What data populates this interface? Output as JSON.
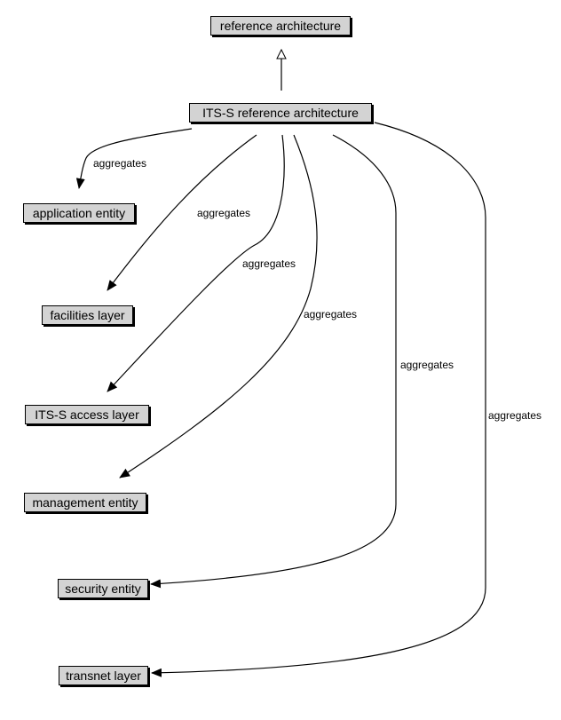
{
  "nodes": {
    "reference_architecture": "reference architecture",
    "its_s_reference_architecture": "ITS-S reference architecture",
    "application_entity": "application entity",
    "facilities_layer": "facilities layer",
    "its_s_access_layer": "ITS-S access layer",
    "management_entity": "management entity",
    "security_entity": "security entity",
    "transnet_layer": "transnet layer"
  },
  "edges": {
    "aggregates_application_entity": "aggregates",
    "aggregates_facilities_layer": "aggregates",
    "aggregates_access_layer": "aggregates",
    "aggregates_management_entity": "aggregates",
    "aggregates_security_entity": "aggregates",
    "aggregates_transnet_layer": "aggregates"
  },
  "colors": {
    "node_fill": "#d3d3d3",
    "stroke": "#000000",
    "background": "#ffffff"
  }
}
